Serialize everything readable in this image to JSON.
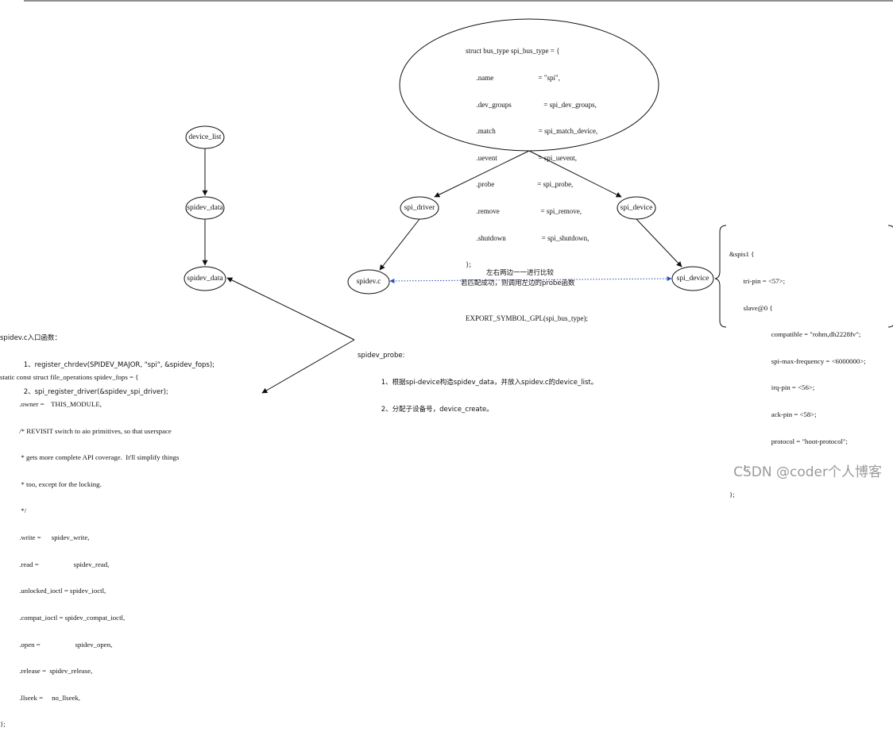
{
  "struct_bus": {
    "lines": [
      "struct bus_type spi_bus_type = {",
      "      .name                         = \"spi\",",
      "      .dev_groups                  = spi_dev_groups,",
      "      .match                        = spi_match_device,",
      "      .uevent                       = spi_uevent,",
      "      .probe                        = spi_probe,",
      "      .remove                       = spi_remove,",
      "      .shutdown                    = spi_shutdown,",
      "};",
      "",
      "EXPORT_SYMBOL_GPL(spi_bus_type);"
    ]
  },
  "nodes": {
    "device_list": "device_list",
    "spidev_data_1": "spidev_data",
    "spidev_data_2": "spidev_data",
    "spi_driver": "spi_driver",
    "spi_device_top": "spi_device",
    "spidev_c": "spidev.c",
    "spi_device_bottom": "spi_device"
  },
  "compare_note": {
    "line1": "左右两边一一进行比较",
    "line2": "若匹配成功，则调用左边的probe函数"
  },
  "dts_block": {
    "lines": [
      "&spis1 {",
      "        tri-pin = <57>;",
      "        slave@0 {",
      "                        compatible = \"rohm,dh2228fv\";",
      "                        spi-max-frequency = <6000000>;",
      "                        irq-pin = <56>;",
      "                        ack-pin = <58>;",
      "                        protocol = \"hoot-protocol\";",
      "        };",
      "};"
    ]
  },
  "spidev_entry": {
    "lines": [
      "spidev.c入口函数：",
      "           1、register_chrdev(SPIDEV_MAJOR, \"spi\", &spidev_fops);",
      "           2、spi_register_driver(&spidev_spi_driver);"
    ]
  },
  "fops_block": {
    "lines": [
      "static const struct file_operations spidev_fops = {",
      "           .owner =    THIS_MODULE,",
      "           /* REVISIT switch to aio primitives, so that userspace",
      "            * gets more complete API coverage.  It'll simplify things",
      "            * too, except for the locking.",
      "            */",
      "           .write =      spidev_write,",
      "           .read =                    spidev_read,",
      "           .unlocked_ioctl = spidev_ioctl,",
      "           .compat_ioctl = spidev_compat_ioctl,",
      "           .open =                    spidev_open,",
      "           .release =  spidev_release,",
      "           .llseek =     no_llseek,",
      "};"
    ]
  },
  "probe_block": {
    "lines": [
      "spidev_probe:",
      "           1、根据spi-device构造spidev_data，并放入spidev.c的device_list。",
      "           2、分配子设备号，device_create。"
    ]
  },
  "watermark": "CSDN @coder个人博客",
  "colors": {
    "line": "#111111",
    "dotted_arrow": "#2b4fb5",
    "watermark": "#9a9a9a"
  }
}
